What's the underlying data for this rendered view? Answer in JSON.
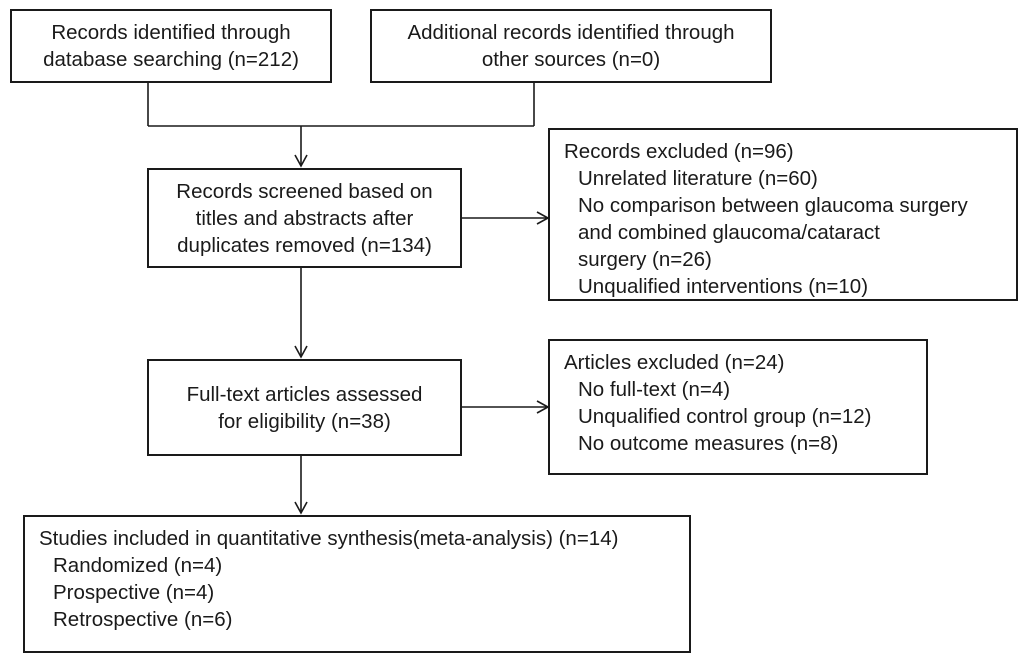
{
  "identification": {
    "database": [
      "Records identified through",
      "database searching (n=212)"
    ],
    "other": [
      "Additional records identified through",
      "other sources (n=0)"
    ]
  },
  "screening": {
    "screened": [
      "Records screened based on",
      "titles and abstracts after",
      "duplicates removed (n=134)"
    ],
    "excluded_title": "Records excluded (n=96)",
    "excluded_items": [
      "Unrelated literature (n=60)",
      "No comparison between glaucoma surgery",
      "and combined glaucoma/cataract",
      "surgery (n=26)",
      "Unqualified interventions (n=10)"
    ]
  },
  "eligibility": {
    "assessed": [
      "Full-text articles assessed",
      "for eligibility (n=38)"
    ],
    "excluded_title": "Articles excluded (n=24)",
    "excluded_items": [
      "No full-text (n=4)",
      "Unqualified  control group (n=12)",
      "No outcome measures (n=8)"
    ]
  },
  "included": {
    "title": "Studies included in quantitative synthesis(meta-analysis) (n=14)",
    "items": [
      "Randomized (n=4)",
      "Prospective (n=4)",
      "Retrospective (n=6)"
    ]
  }
}
